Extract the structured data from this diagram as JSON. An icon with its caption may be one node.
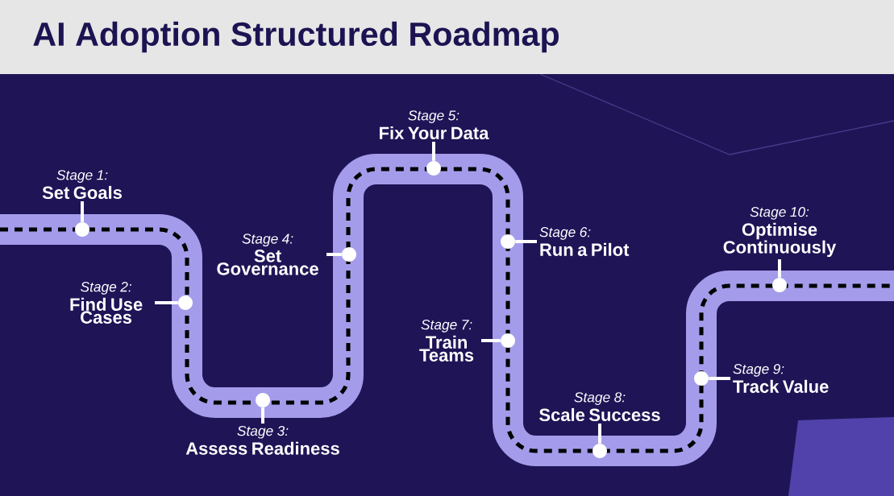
{
  "diagram": {
    "title": "AI Adoption Structured Roadmap",
    "nodes": [
      {
        "text": [
          "Stage 1:",
          "Set Goals"
        ]
      },
      {
        "text": [
          "Stage 2:",
          "Find Use Cases"
        ]
      },
      {
        "text": [
          "Stage 3:",
          "Assess Readiness"
        ]
      },
      {
        "text": [
          "Stage 4:",
          "Set Governance"
        ]
      },
      {
        "text": [
          "Stage 5:",
          "Fix Your Data"
        ]
      },
      {
        "text": [
          "Stage 6:",
          "Run a Pilot"
        ]
      },
      {
        "text": [
          "Stage 7:",
          "Train Teams"
        ]
      },
      {
        "text": [
          "Stage 8:",
          "Scale Success"
        ]
      },
      {
        "text": [
          "Stage 9:",
          "Track Value"
        ]
      },
      {
        "text": [
          "Stage 10:",
          "Optimise Continuously"
        ]
      },
      {
        "text": [],
        "shape": "circle"
      },
      {
        "text": [],
        "shape": "circle"
      },
      {
        "text": [],
        "shape": "circle"
      },
      {
        "text": [],
        "shape": "circle"
      },
      {
        "text": [],
        "shape": "circle"
      },
      {
        "text": [],
        "shape": "circle"
      },
      {
        "text": [],
        "shape": "circle"
      },
      {
        "text": [],
        "shape": "circle"
      },
      {
        "text": [],
        "shape": "circle"
      },
      {
        "text": [],
        "shape": "circle"
      }
    ],
    "edges": [
      {
        "from": 0,
        "to": 10,
        "arrow": "none"
      },
      {
        "from": 1,
        "to": 11,
        "arrow": "none"
      },
      {
        "from": 2,
        "to": 12,
        "arrow": "none"
      },
      {
        "from": 3,
        "to": 13,
        "arrow": "none"
      },
      {
        "from": 4,
        "to": 14,
        "arrow": "none"
      },
      {
        "from": 5,
        "to": 15,
        "arrow": "none"
      },
      {
        "from": 6,
        "to": 16,
        "arrow": "none"
      },
      {
        "from": 7,
        "to": 17,
        "arrow": "none"
      },
      {
        "from": 8,
        "to": 18,
        "arrow": "none"
      },
      {
        "from": 9,
        "to": 19,
        "arrow": "none"
      }
    ]
  }
}
